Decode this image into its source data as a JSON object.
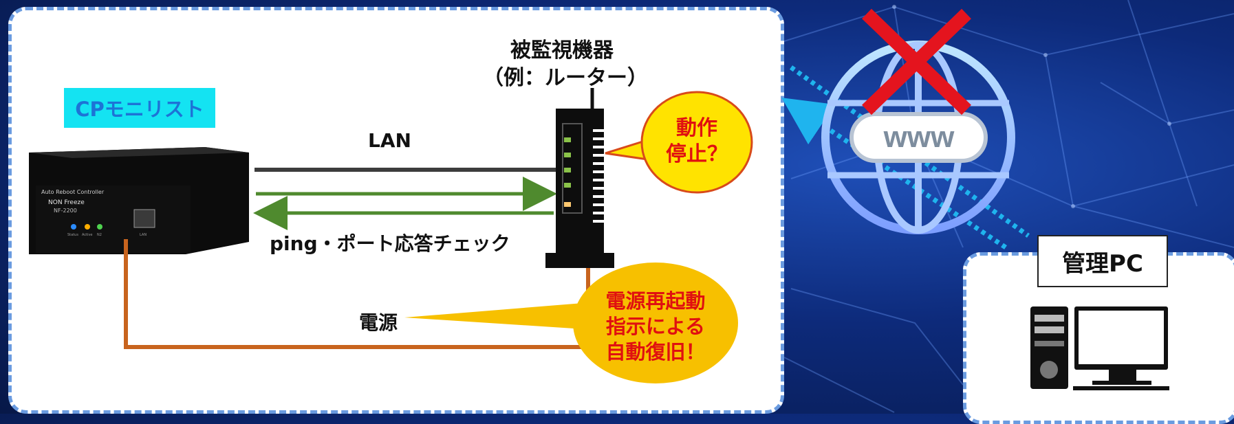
{
  "monitor_device": {
    "label": "CPモニリスト"
  },
  "router": {
    "title_line1": "被監視機器",
    "title_line2": "（例：ルーター）"
  },
  "lan_link": {
    "label": "LAN"
  },
  "ping_link": {
    "label": "ping・ポート応答チェック"
  },
  "power_link": {
    "label": "電源"
  },
  "stop_bubble": {
    "line1": "動作",
    "line2": "停止？"
  },
  "recovery_bubble": {
    "line1": "電源再起動",
    "line2": "指示による",
    "line3": "自動復旧！"
  },
  "internet": {
    "label": "www"
  },
  "admin_pc": {
    "label": "管理PC"
  },
  "device_front": {
    "line1": "Auto Reboot Controller",
    "line2": "NON Freeze",
    "line3": "NF-2200",
    "led1": "Status",
    "led2": "Active",
    "led3": "N2",
    "port": "LAN"
  },
  "colors": {
    "accent_cyan": "#14e3f2",
    "arrow_green": "#4f8a2e",
    "power_orange": "#c8641e",
    "bubble_yellow": "#f7c000",
    "cross_red": "#e4141e"
  }
}
